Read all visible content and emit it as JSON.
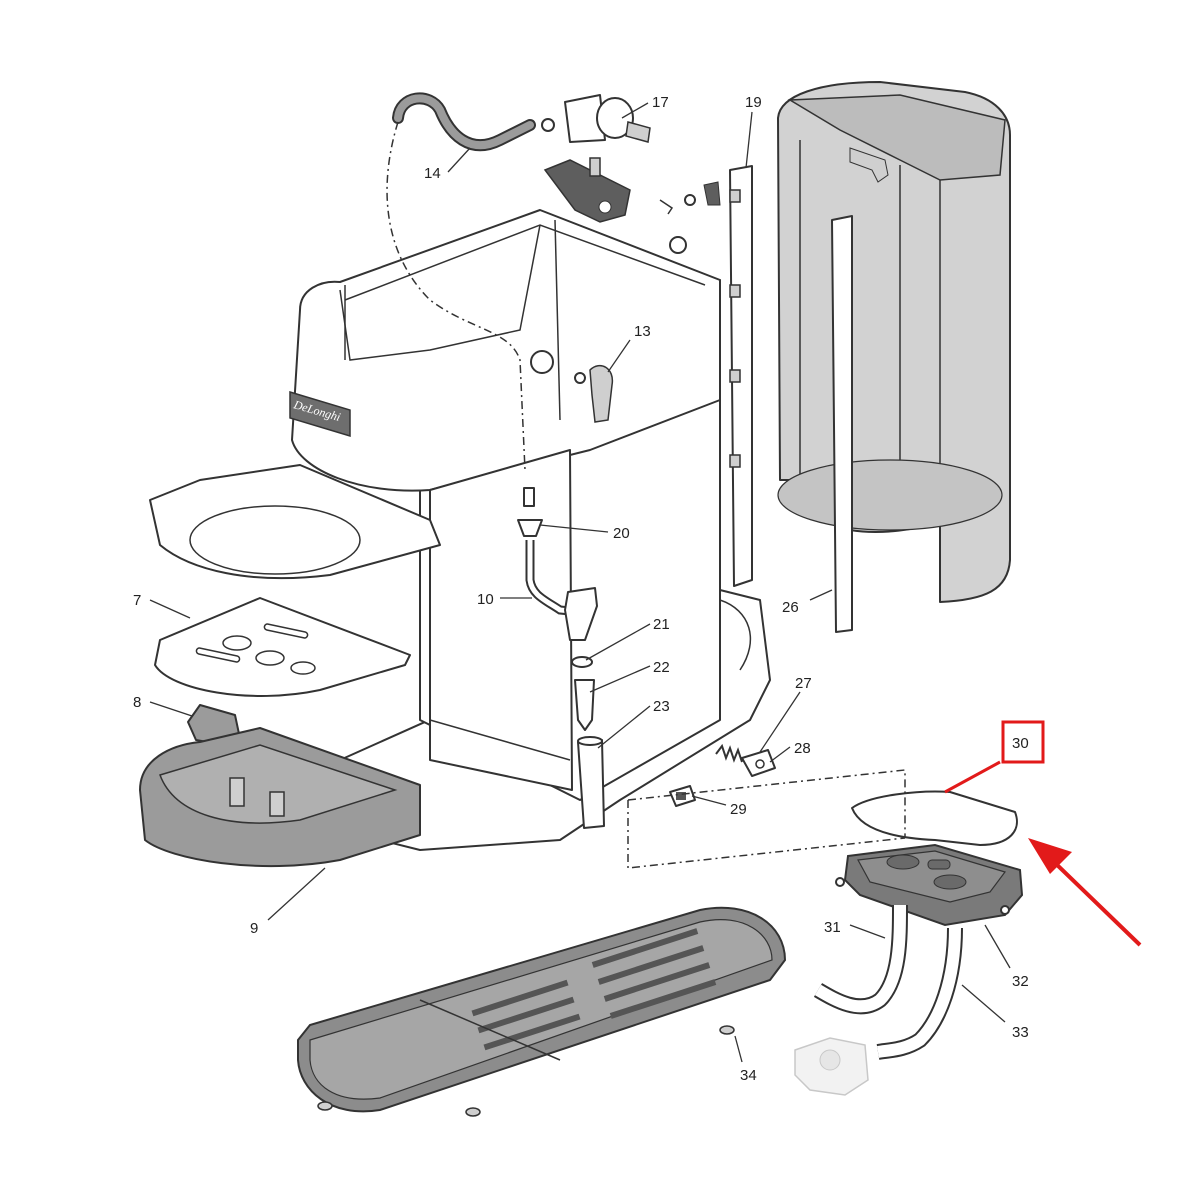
{
  "diagram": {
    "brand_text": "DeLonghi",
    "highlight_color": "#e21a1a",
    "highlighted_part": "30",
    "part_labels": {
      "p7": "7",
      "p8": "8",
      "p9": "9",
      "p10": "10",
      "p13": "13",
      "p14": "14",
      "p17": "17",
      "p19": "19",
      "p20": "20",
      "p21": "21",
      "p22": "22",
      "p23": "23",
      "p26": "26",
      "p27": "27",
      "p28": "28",
      "p29": "29",
      "p30": "30",
      "p31": "31",
      "p32": "32",
      "p33": "33",
      "p34": "34"
    }
  }
}
